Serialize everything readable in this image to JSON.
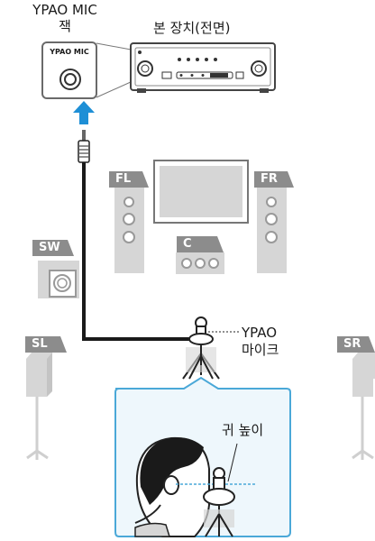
{
  "labels": {
    "jack_line1": "YPAO MIC",
    "jack_line2": "잭",
    "front_panel": "본 장치(전면)",
    "mic_line1": "YPAO",
    "mic_line2": "마이크",
    "ear_height": "귀 높이",
    "panel_mic_text": "YPAO MIC"
  },
  "speakers": {
    "fl": "FL",
    "fr": "FR",
    "c": "C",
    "sw": "SW",
    "sl": "SL",
    "sr": "SR"
  },
  "colors": {
    "speaker_fill": "#d6d6d6",
    "tag_fill": "#8c8c8c",
    "cable": "#1a1a1a",
    "arrow": "#1e8fd6",
    "inset_border": "#4aa8d8",
    "inset_fill": "#eef7fc",
    "ear_line": "#4aa8d8"
  },
  "icons": {
    "receiver": "av-receiver-icon",
    "mic": "ypao-microphone-icon",
    "tv": "tv-screen-icon",
    "head": "listener-head-icon"
  }
}
